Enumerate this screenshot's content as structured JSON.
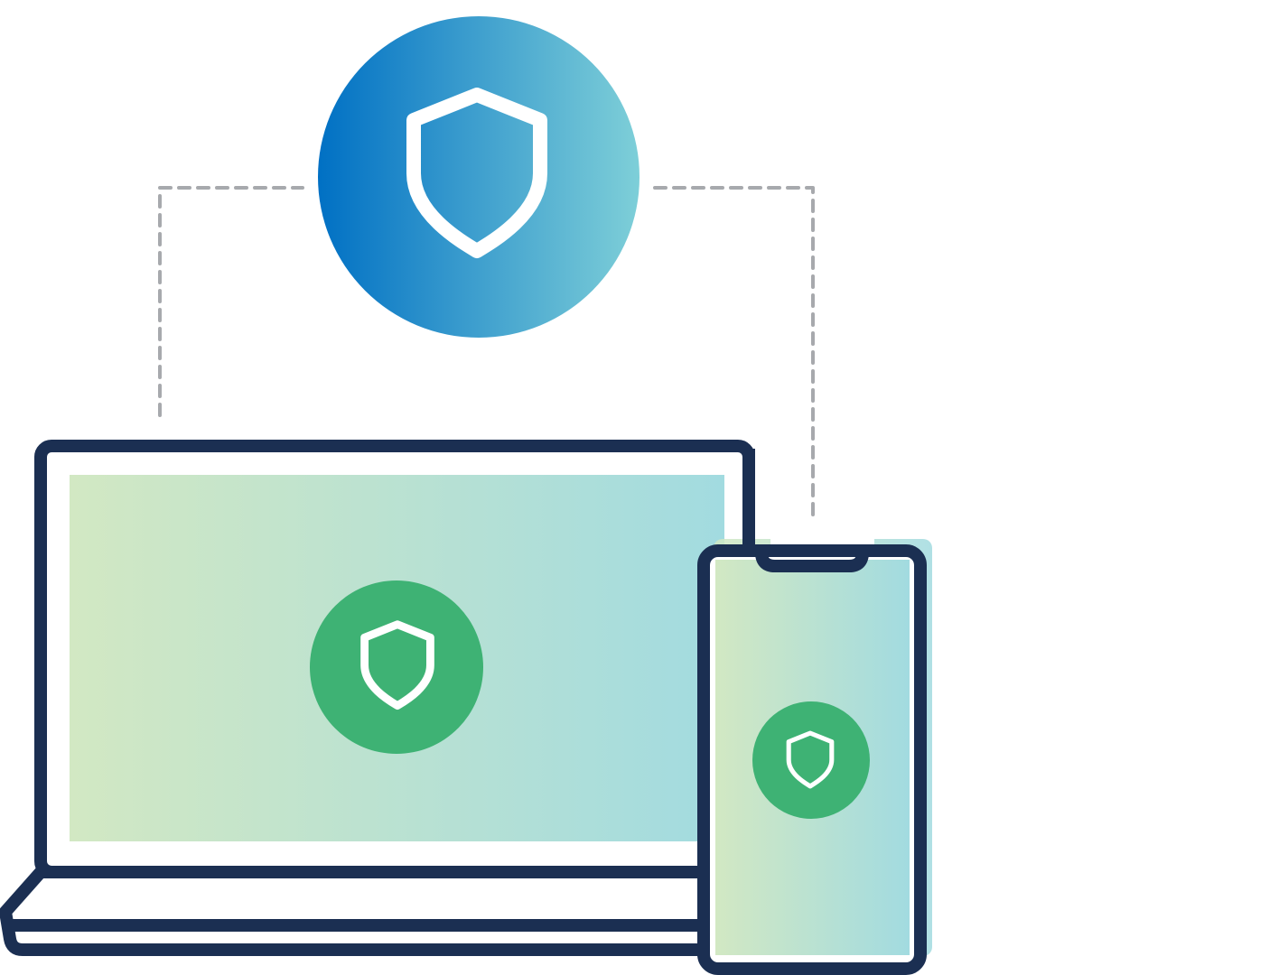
{
  "illustration": {
    "central_icon": "shield-icon",
    "devices": [
      "laptop",
      "smartphone"
    ],
    "connector_style": "dashed"
  },
  "colors": {
    "outline": "#1b2f52",
    "badge_green": "#3eb274",
    "hub_gradient_start": "#0070c4",
    "hub_gradient_end": "#7ecfd8",
    "screen_gradient_start": "#d2e8c3",
    "screen_gradient_end": "#a2dbe0",
    "dash": "#a7a9ad",
    "shield_stroke": "#ffffff"
  }
}
